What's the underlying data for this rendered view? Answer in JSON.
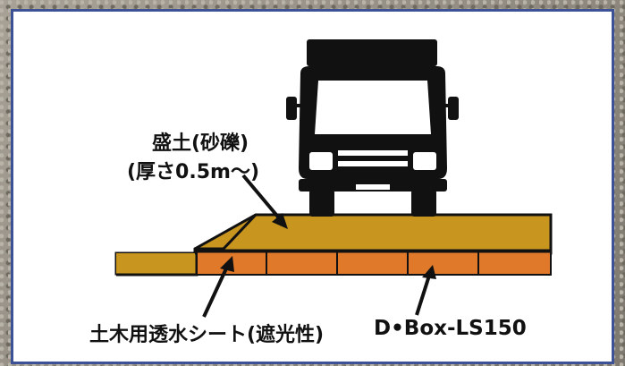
{
  "labels": {
    "fill_line1": "盛土(砂礫)",
    "fill_line2": "(厚さ0.5m〜)",
    "sheet": "土木用透水シート(遮光性)",
    "product": "D•Box-LS150"
  },
  "colors": {
    "frame_border": "#3d5196",
    "fill_soil": "#c8961f",
    "dbox_block": "#e07a2a",
    "truck": "#111111"
  },
  "icons": {
    "vehicle": "truck-front-icon",
    "pointer": "arrow-icon"
  }
}
